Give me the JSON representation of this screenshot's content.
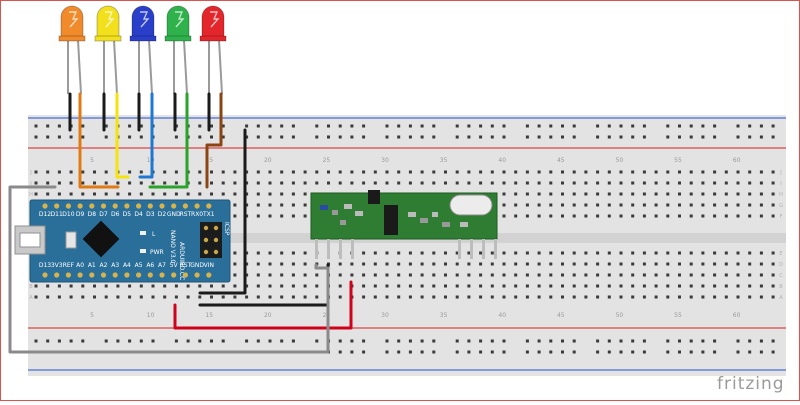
{
  "diagram": {
    "watermark": "fritzing",
    "colors": {
      "frame": "#d9534f",
      "breadboard": "#e3e3e3",
      "rail_red": "#d94646",
      "rail_blue": "#4a6fd4",
      "arduino": "#2a6f9a",
      "rf_module": "#2e7d32",
      "wire_black": "#1a1a1a",
      "wire_red": "#d0021b",
      "wire_gray": "#8a8a8a",
      "wire_orange": "#e07a12",
      "wire_yellow": "#f4e40a",
      "wire_blue": "#1e78d2",
      "wire_green": "#29a329"
    },
    "leds": [
      {
        "name": "orange-led",
        "color": "#f08a2a"
      },
      {
        "name": "yellow-led",
        "color": "#f2e01c"
      },
      {
        "name": "blue-led",
        "color": "#2a3fc9"
      },
      {
        "name": "green-led",
        "color": "#2fb24c"
      },
      {
        "name": "red-led",
        "color": "#e2262b"
      }
    ],
    "breadboard_column_labels": [
      "5",
      "10",
      "15",
      "20",
      "25",
      "30",
      "35",
      "40",
      "45",
      "50",
      "55",
      "60"
    ],
    "breadboard_row_labels": [
      "J",
      "I",
      "H",
      "G",
      "F",
      "E",
      "D",
      "C",
      "B",
      "A"
    ],
    "arduino": {
      "top_pins": [
        "D12",
        "D11",
        "D10",
        "D9",
        "D8",
        "D7",
        "D6",
        "D5",
        "D4",
        "D3",
        "D2",
        "GND",
        "RST",
        "RX0",
        "TX1"
      ],
      "bottom_pins": [
        "D13",
        "3V3",
        "REF",
        "A0",
        "A1",
        "A2",
        "A3",
        "A4",
        "A5",
        "A6",
        "A7",
        "5V",
        "RST",
        "GND",
        "VIN"
      ],
      "board_text": "ARDUINO.CC",
      "model_text": "NANO V3.0",
      "led_labels": [
        "L",
        "PWR"
      ],
      "side_text": "ICSP"
    }
  }
}
